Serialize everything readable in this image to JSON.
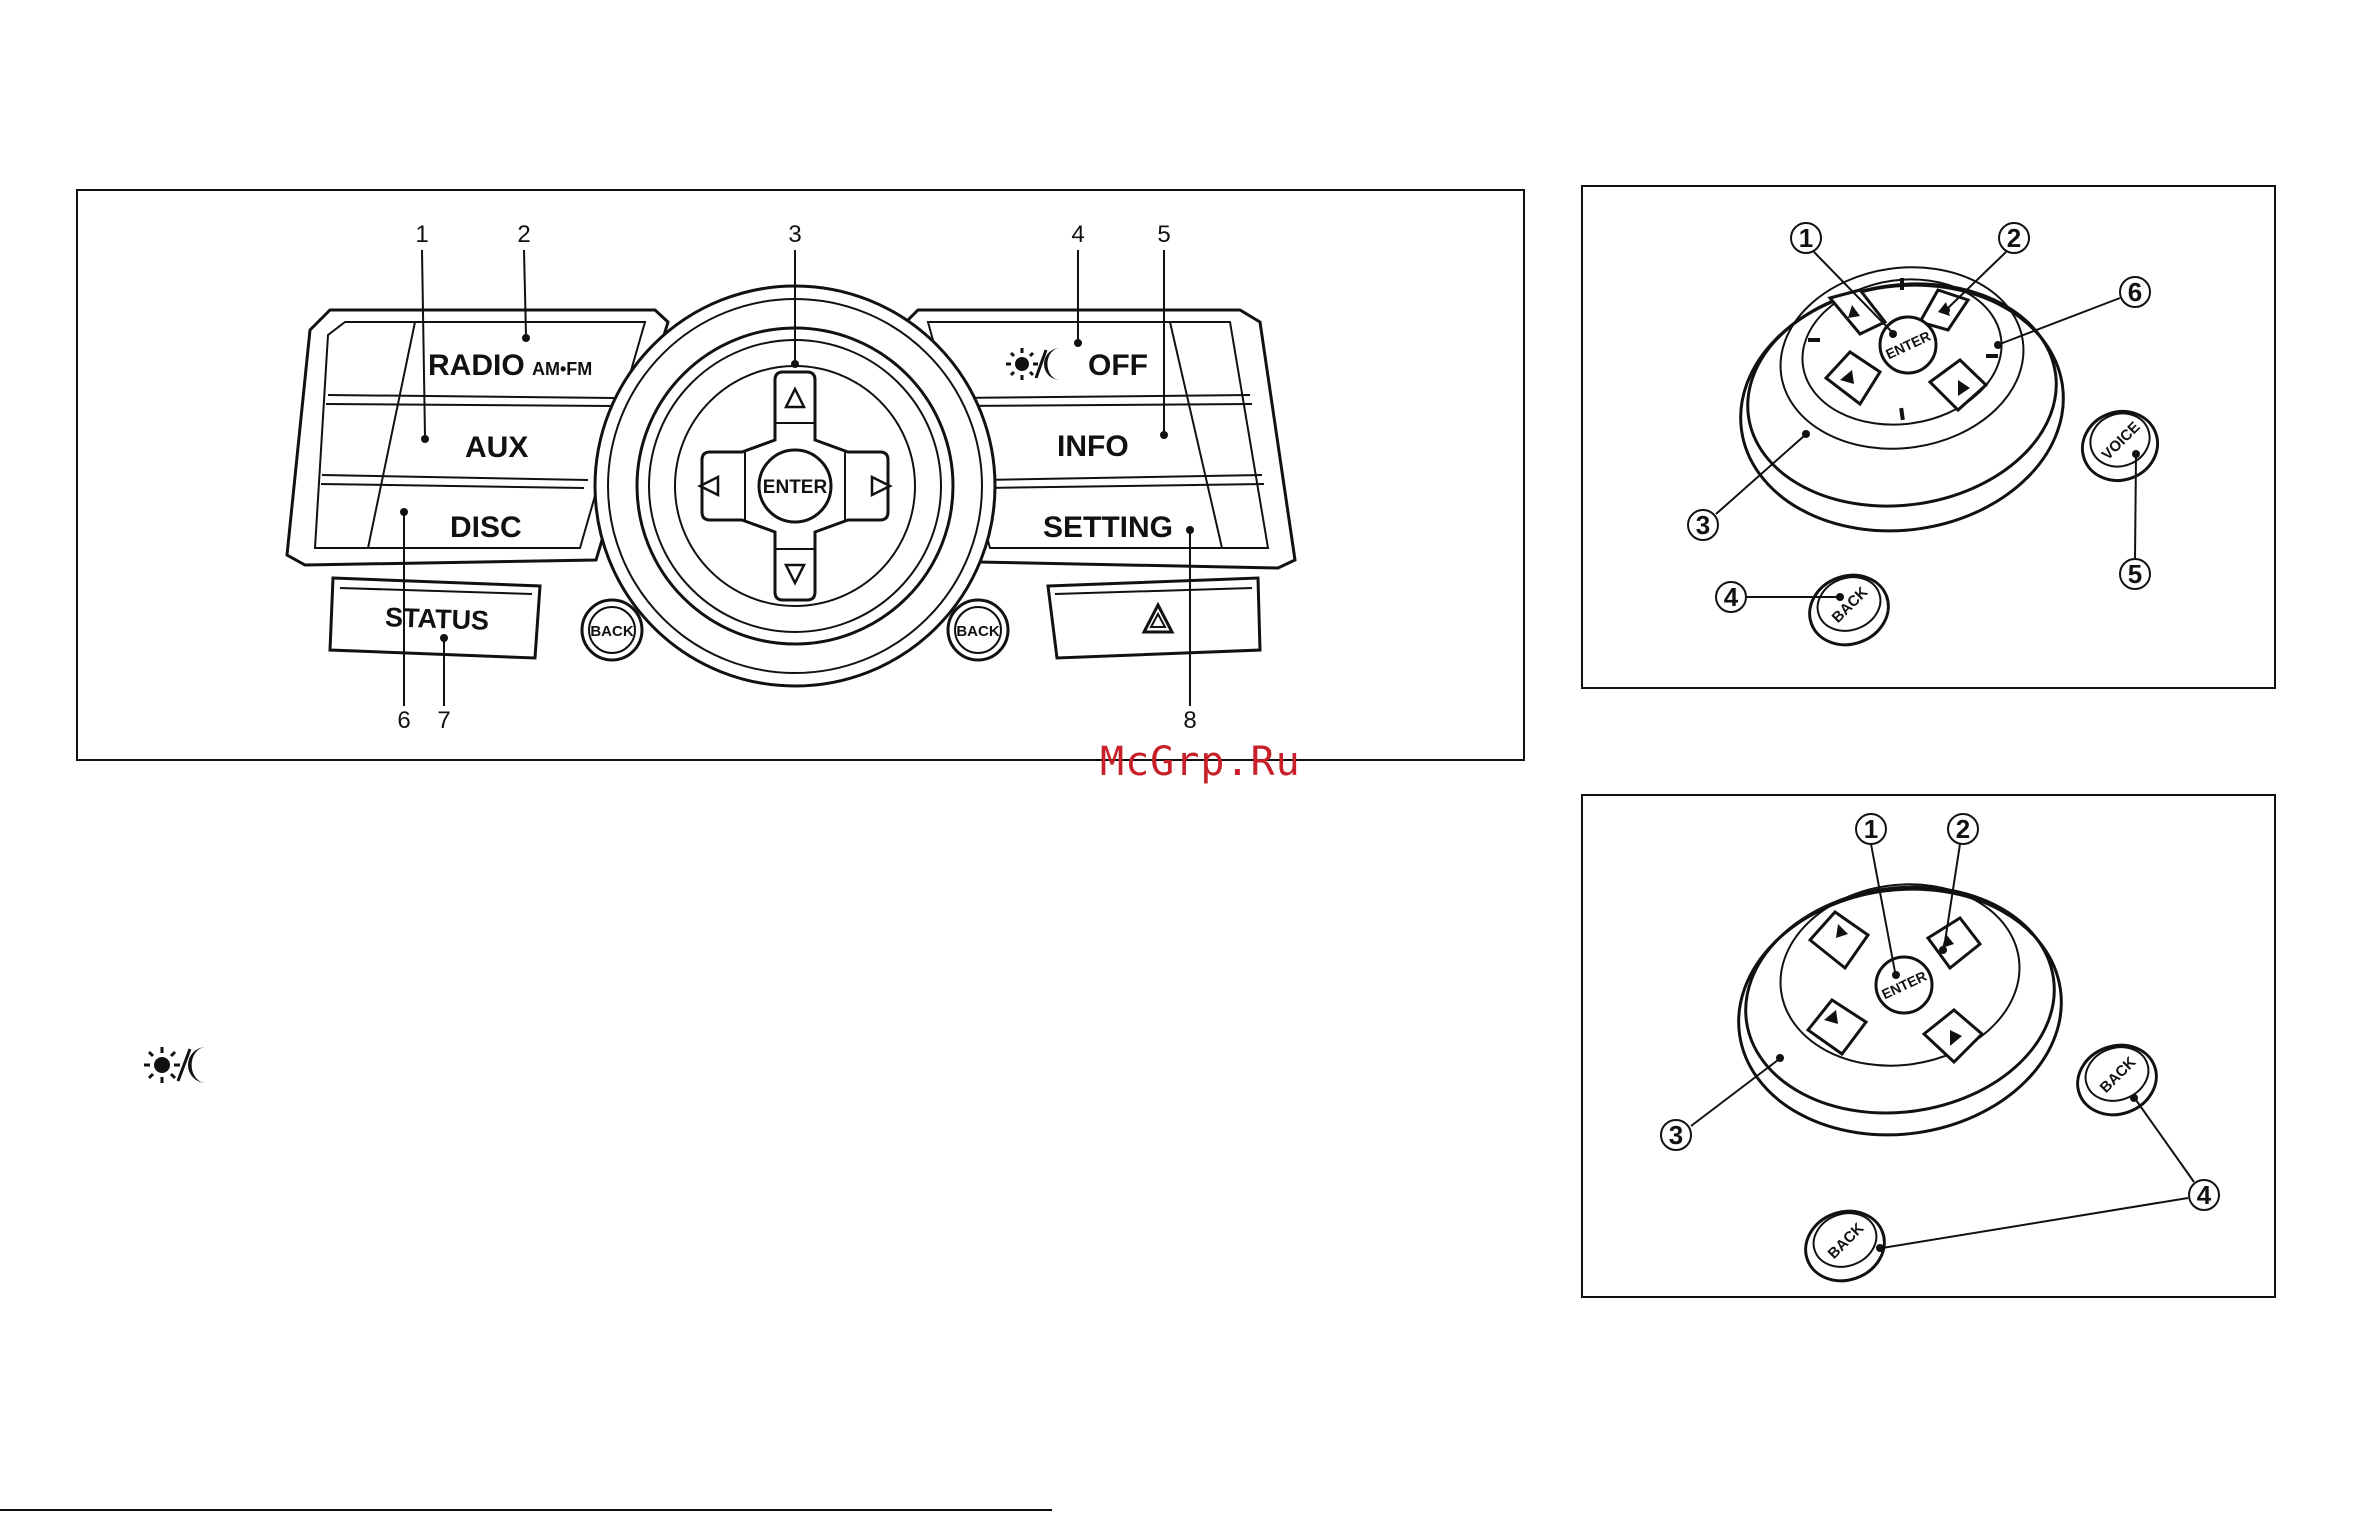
{
  "watermark": "McGrp.Ru",
  "main_panel": {
    "buttons": {
      "radio": "RADIO",
      "radio_sub": "AM•FM",
      "aux": "AUX",
      "disc": "DISC",
      "status": "STATUS",
      "back": "BACK",
      "enter": "ENTER",
      "brightness_off": "OFF",
      "info": "INFO",
      "setting": "SETTING"
    },
    "callouts": [
      "1",
      "2",
      "3",
      "4",
      "5",
      "6",
      "7",
      "8"
    ],
    "icons": [
      "sun-moon-icon",
      "hazard-icon",
      "arrow-up-icon",
      "arrow-down-icon",
      "arrow-left-icon",
      "arrow-right-icon"
    ]
  },
  "inset_top": {
    "enter": "ENTER",
    "voice": "VOICE",
    "back": "BACK",
    "callouts": [
      "1",
      "2",
      "3",
      "4",
      "5",
      "6"
    ]
  },
  "inset_bottom": {
    "enter": "ENTER",
    "back": "BACK",
    "callouts": [
      "1",
      "2",
      "3",
      "4"
    ]
  },
  "legend_icon": "sun-moon-icon"
}
